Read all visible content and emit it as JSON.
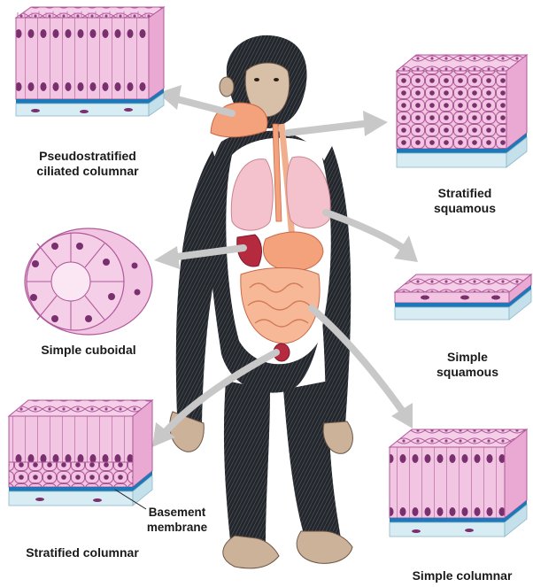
{
  "labels": {
    "pseudostratified": [
      "Pseudostratified",
      "ciliated columnar"
    ],
    "stratified_squamous": [
      "Stratified",
      "squamous"
    ],
    "simple_cuboidal": [
      "Simple cuboidal"
    ],
    "simple_squamous": [
      "Simple",
      "squamous"
    ],
    "basement_membrane": [
      "Basement",
      "membrane"
    ],
    "stratified_columnar": [
      "Stratified columnar"
    ],
    "simple_columnar": [
      "Simple columnar"
    ]
  },
  "colors": {
    "tissue_pink": "#f2c6e2",
    "tissue_line": "#b0589a",
    "nucleus": "#7a2f6e",
    "membrane_blue": "#1c78b8",
    "connective": "#d7ecf3",
    "fur": "#23262b",
    "organ_peach": "#f4a27c",
    "lung_pink": "#f3c2cc",
    "arrow_gray": "#c8c8c8"
  }
}
